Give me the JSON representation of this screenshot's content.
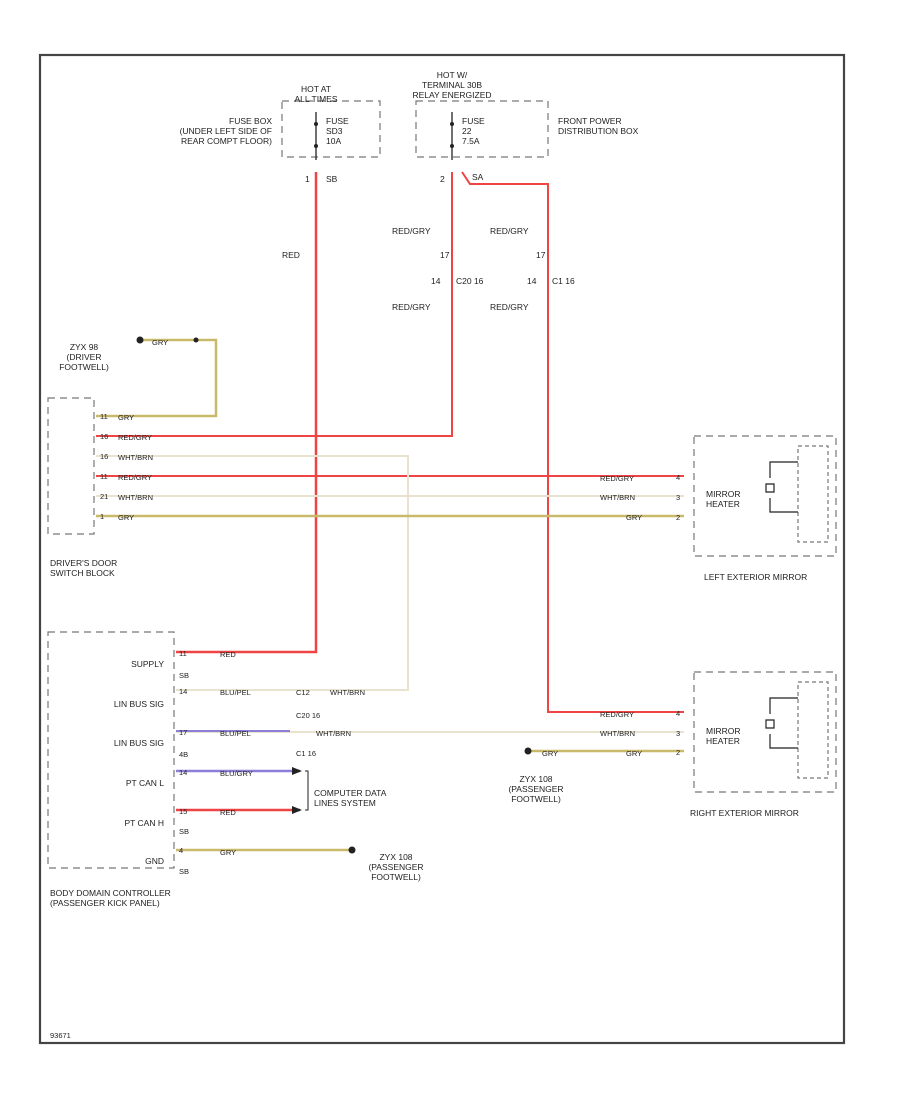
{
  "colors": {
    "red": "#ee4444",
    "gry": "#c9b96a",
    "whtbrn": "#e8e2cf",
    "blupel": "#8b7fd8",
    "frame": "#444444"
  },
  "fuse_left": {
    "hot_label": [
      "HOT AT",
      "ALL TIMES"
    ],
    "box_label": [
      "FUSE BOX",
      "(UNDER LEFT SIDE OF",
      "REAR COMPT FLOOR)"
    ],
    "fuse": [
      "FUSE",
      "SD3",
      "10A"
    ],
    "pin_a": "1",
    "pin_b": "SB"
  },
  "fuse_right": {
    "hot_label": [
      "HOT W/",
      "TERMINAL 30B",
      "RELAY ENERGIZED"
    ],
    "box_label": [
      "FRONT POWER",
      "DISTRIBUTION BOX"
    ],
    "fuse": [
      "FUSE",
      "22",
      "7.5A"
    ],
    "pin_a": "2",
    "pin_b": "SA"
  },
  "wire_labels": {
    "red": "RED",
    "redgry": "RED/GRY",
    "gry": "GRY",
    "whtbrn": "WHT/BRN",
    "blupel": "BLU/PEL",
    "blugry": "BLU/GRY"
  },
  "conn_left": {
    "pin": "17",
    "a": "14",
    "b": "C20 16"
  },
  "conn_right": {
    "pin": "17",
    "a": "14",
    "b": "C1 16"
  },
  "ground_driver": [
    "ZYX 98",
    "(DRIVER",
    "FOOTWELL)"
  ],
  "switch_block": {
    "label": [
      "DRIVER'S DOOR",
      "SWITCH BLOCK"
    ],
    "pins": [
      "11",
      "16",
      "16",
      "11",
      "21",
      "1"
    ]
  },
  "left_mirror": {
    "label": "LEFT EXTERIOR MIRROR",
    "heater": [
      "MIRROR",
      "HEATER"
    ],
    "pins": [
      "4",
      "3",
      "2"
    ]
  },
  "right_mirror": {
    "label": "RIGHT EXTERIOR MIRROR",
    "heater": [
      "MIRROR",
      "HEATER"
    ],
    "pins": [
      "4",
      "3",
      "2"
    ]
  },
  "ground_passenger_mirror": [
    "ZYX 108",
    "(PASSENGER",
    "FOOTWELL)"
  ],
  "ground_passenger_bdc": [
    "ZYX 108",
    "(PASSENGER",
    "FOOTWELL)"
  ],
  "bdc": {
    "label": [
      "BODY DOMAIN CONTROLLER",
      "(PASSENGER KICK PANEL)"
    ],
    "rows": [
      {
        "name": "SUPPLY",
        "pin": "11",
        "conn": "SB"
      },
      {
        "name": "LIN BUS SIG",
        "pin": "14",
        "conn": ""
      },
      {
        "name": "LIN BUS SIG",
        "pin": "17",
        "conn": "4B"
      },
      {
        "name": "PT CAN L",
        "pin": "14",
        "conn": ""
      },
      {
        "name": "PT CAN H",
        "pin": "15",
        "conn": "SB"
      },
      {
        "name": "GND",
        "pin": "4",
        "conn": "SB"
      }
    ],
    "splice_a": "C12",
    "splice_b": "C20 16",
    "splice_c": "C1 16"
  },
  "data_link": [
    "COMPUTER DATA",
    "LINES SYSTEM"
  ],
  "page_code": "93671"
}
